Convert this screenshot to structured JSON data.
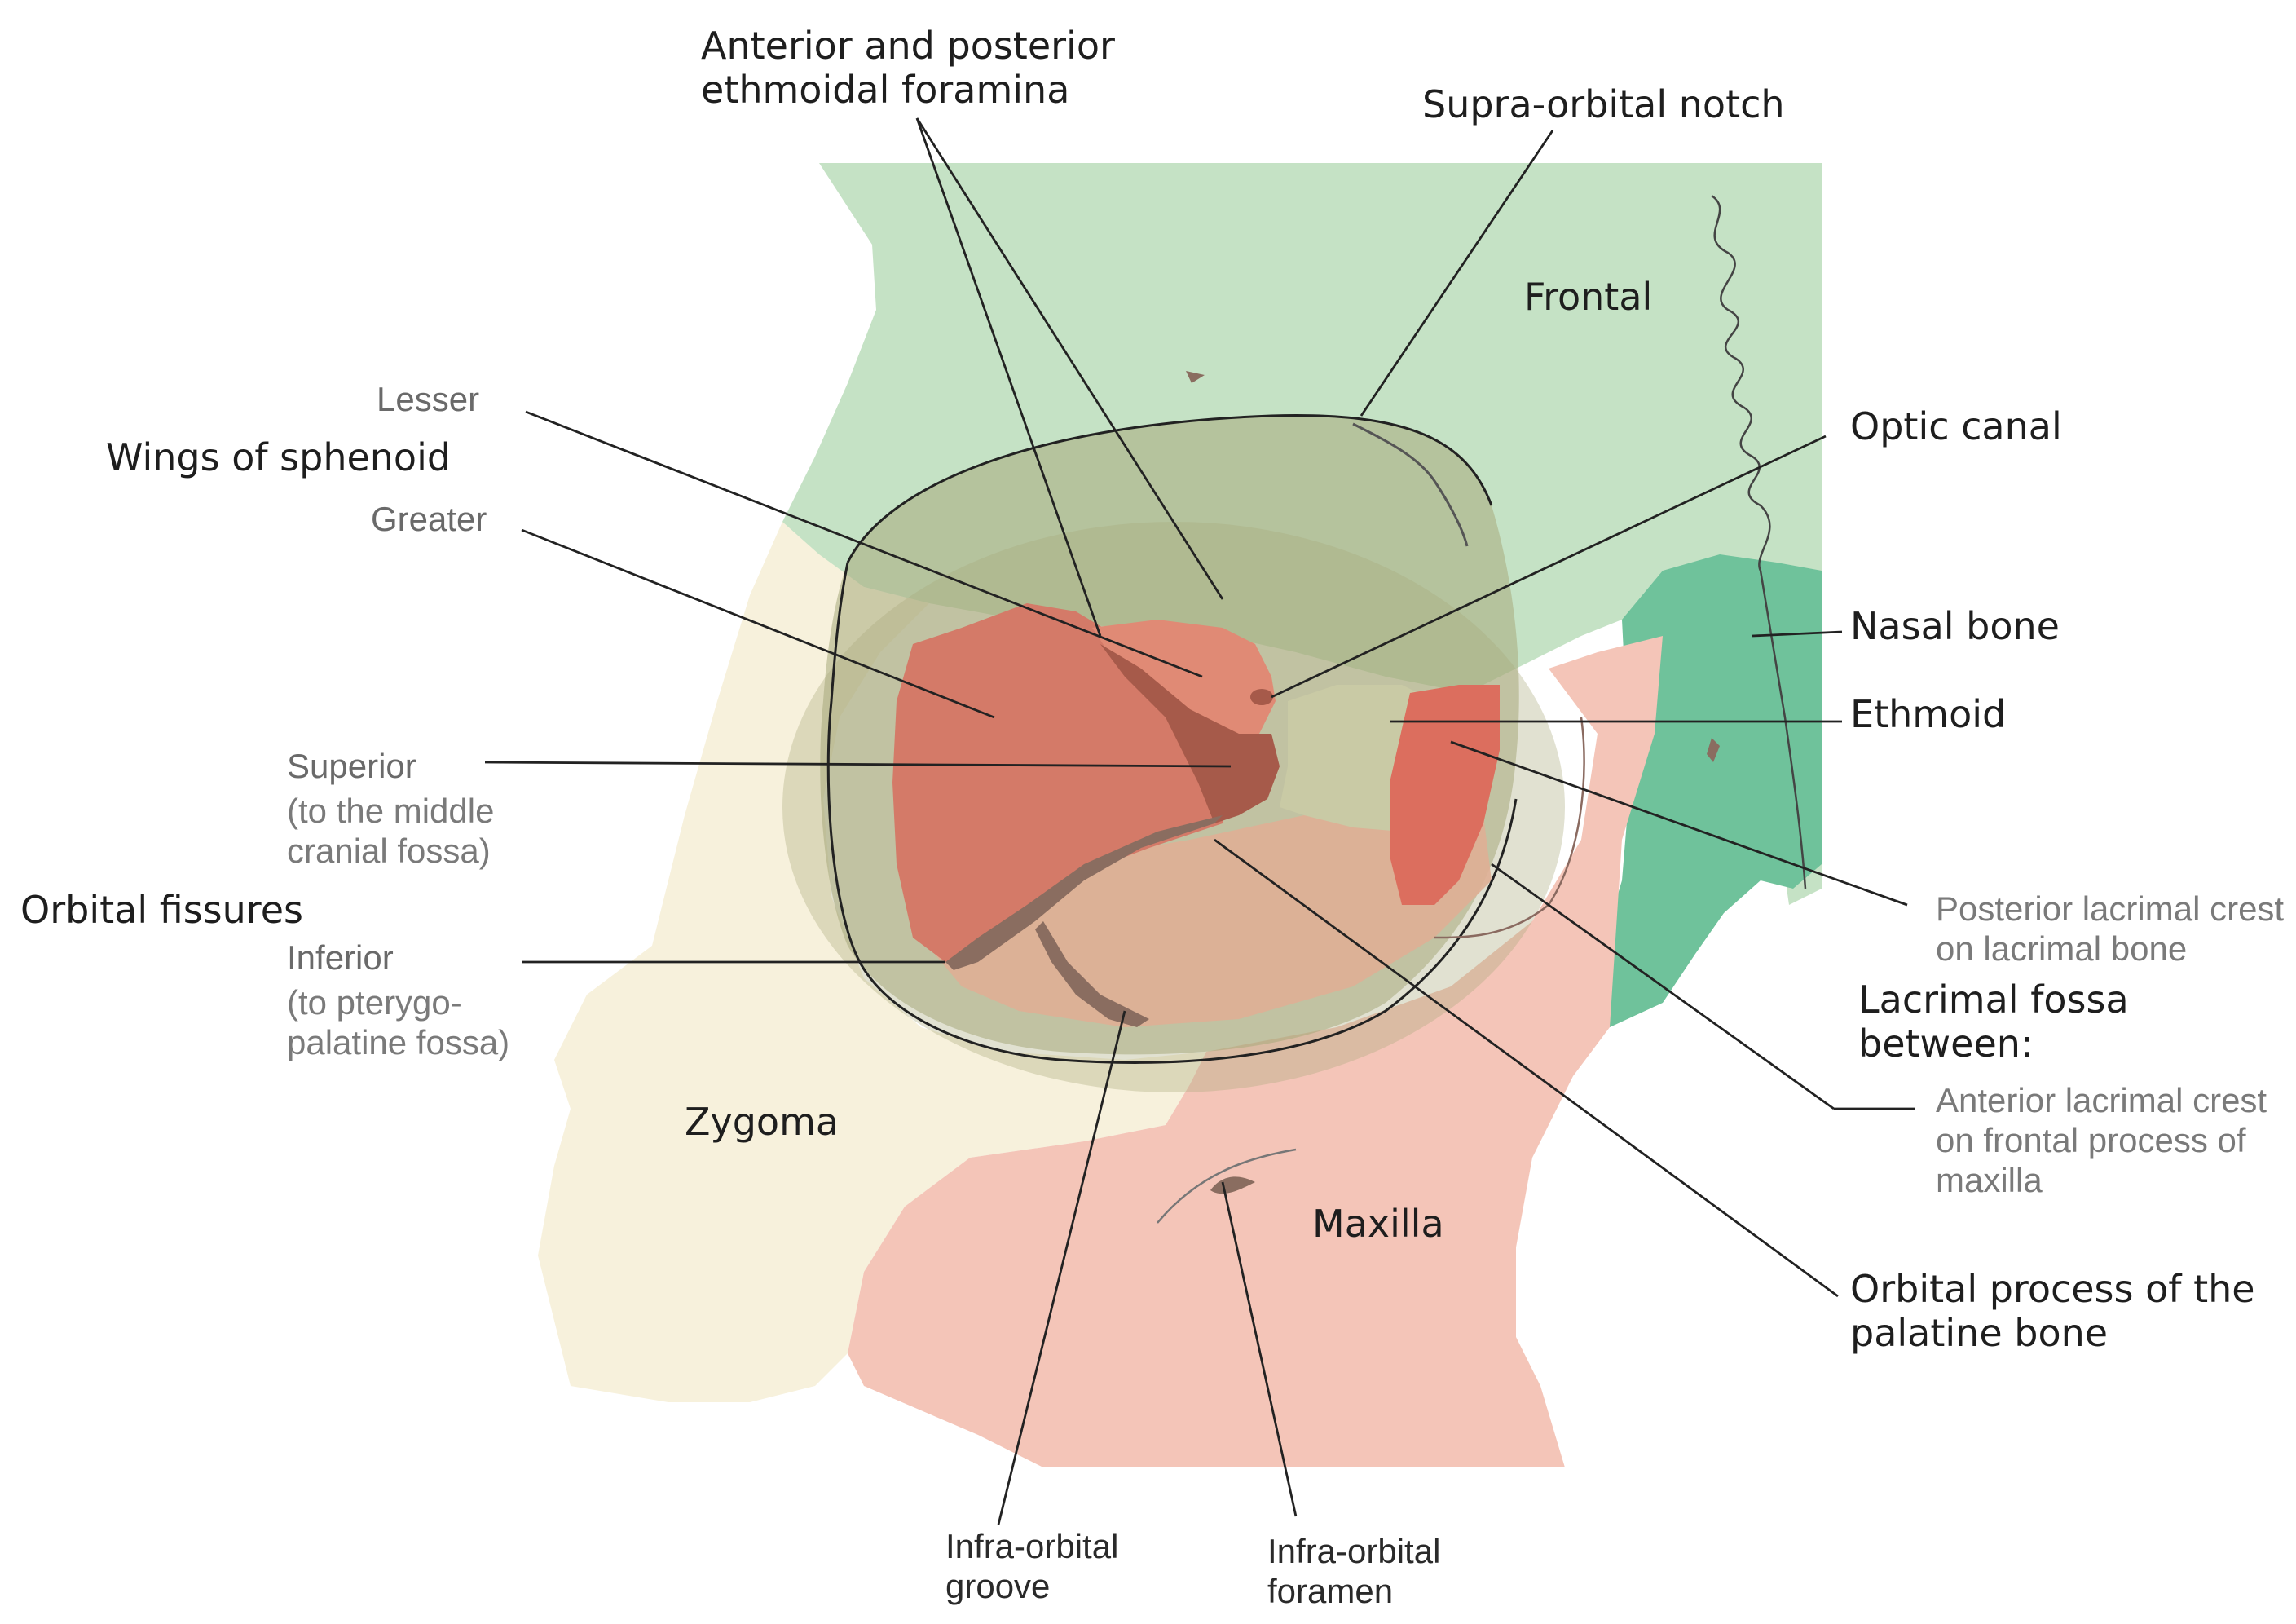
{
  "colors": {
    "frontal": "#c5e2c5",
    "zygoma": "#f7f1dc",
    "maxilla": "#f4c5b8",
    "nasal": "#6fc29b",
    "orbit_shadow": "#a8aa7c",
    "sphenoid_greater": "#d47a68",
    "sphenoid_lesser": "#e08a75",
    "fissure_superior": "#a65a4a",
    "ethmoid": "#c9caa5",
    "lacrimal": "#dc6e5e",
    "orbit_floor": "#dfaf95",
    "leader": "#222222"
  },
  "labels": {
    "ethmoidal_foramina": [
      "Anterior and posterior",
      "ethmoidal foramina"
    ],
    "supra_orbital_notch": "Supra-orbital notch",
    "frontal": "Frontal",
    "lesser": "Lesser",
    "wings_of_sphenoid": "Wings of sphenoid",
    "greater": "Greater",
    "optic_canal": "Optic canal",
    "nasal_bone": "Nasal bone",
    "ethmoid": "Ethmoid",
    "superior": "Superior",
    "superior_sub": [
      "(to the middle",
      "cranial fossa)"
    ],
    "orbital_fissures": "Orbital fissures",
    "inferior": "Inferior",
    "inferior_sub": [
      "(to pterygo-",
      "palatine fossa)"
    ],
    "posterior_lacrimal_crest": [
      "Posterior lacrimal crest",
      "on lacrimal bone"
    ],
    "lacrimal_fossa": [
      "Lacrimal fossa",
      "between:"
    ],
    "anterior_lacrimal_crest": [
      "Anterior lacrimal crest",
      "on frontal process of",
      "maxilla"
    ],
    "zygoma": "Zygoma",
    "maxilla": "Maxilla",
    "orbital_process_palatine": [
      "Orbital process of the",
      "palatine bone"
    ],
    "infra_orbital_groove": [
      "Infra-orbital",
      "groove"
    ],
    "infra_orbital_foramen": [
      "Infra-orbital",
      "foramen"
    ]
  }
}
